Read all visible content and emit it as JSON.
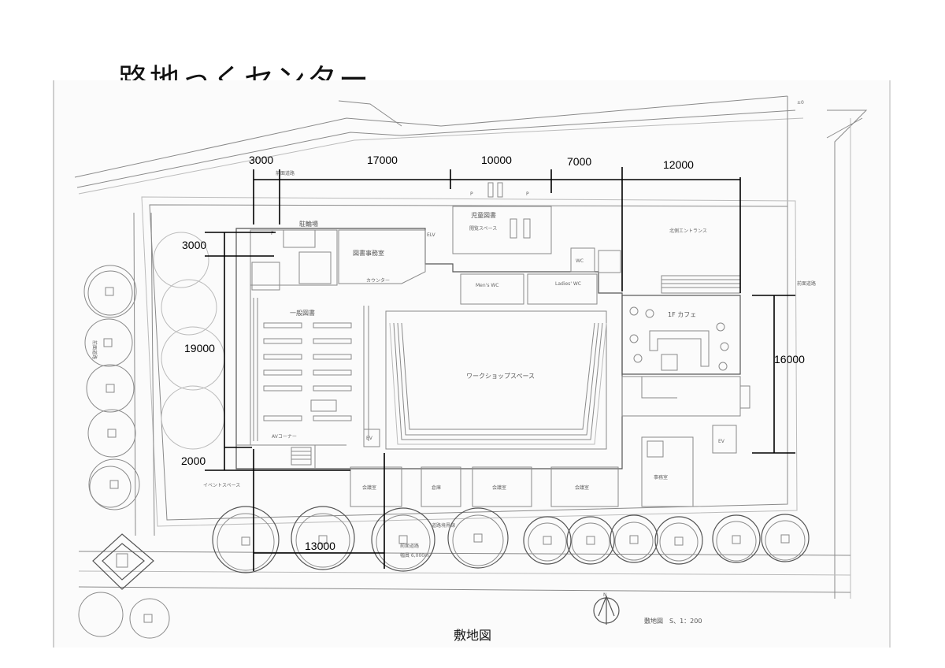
{
  "title": "路地っくセンター",
  "caption": "敷地図",
  "dimensions": {
    "d3000_top": "3000",
    "d17000": "17000",
    "d10000": "10000",
    "d7000": "7000",
    "d12000": "12000",
    "d3000_left": "3000",
    "d19000": "19000",
    "d2000": "2000",
    "d13000": "13000",
    "d16000": "16000"
  },
  "sketch_labels": {
    "parking_bike": "駐輪場",
    "library_office": "図書事務室",
    "childrens_lib": "児童図書",
    "reading": "閲覧スペース",
    "first_lib": "一般図書",
    "counter": "カウンター",
    "workshop": "ワークショップスペース",
    "cafe": "1F カフェ",
    "terrace": "北側エントランス",
    "av_corner": "AVコーナー",
    "event_space": "イベントスペース",
    "meeting1": "会議室",
    "store": "倉庫",
    "meeting2": "会議室",
    "meeting3": "会議室",
    "office": "事務室",
    "ev": "EV",
    "ev2": "EV",
    "mens_wc": "Men's WC",
    "ladies_wc": "Ladies' WC",
    "wc": "WC",
    "elev": "ELV",
    "front_road_top": "前面道路",
    "front_road_bottom": "前面道路",
    "front_road_left": "前面道路",
    "front_road_right": "前面道路",
    "road_width": "幅員 6,000m",
    "scale": "敷地図　S、1：200",
    "north": "N",
    "plus_minus": "±0",
    "boundary": "道路境界線",
    "p1": "P",
    "p2": "P",
    "p3": "P"
  },
  "colors": {
    "title_rule": "#3f4d7a",
    "sketch": "#8a8a8a",
    "dimension": "#000000"
  }
}
